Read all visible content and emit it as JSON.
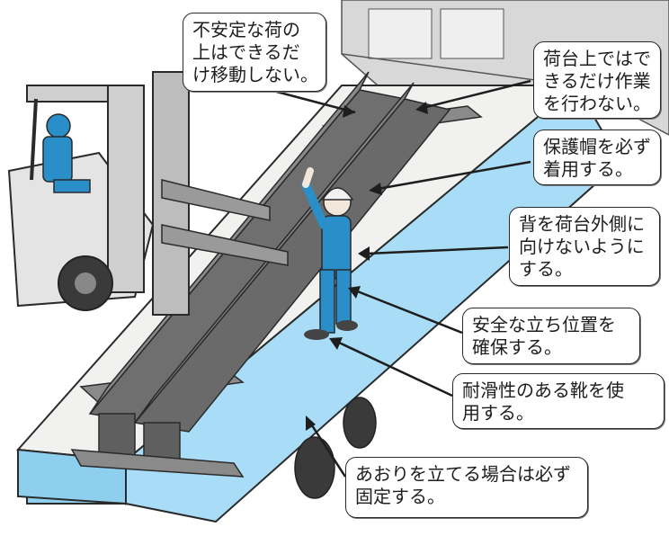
{
  "callouts": {
    "top": [
      "不安定な荷の",
      "上はできるだ",
      "け移動しない。"
    ],
    "r1": [
      "荷台上ではで",
      "きるだけ作業",
      "を行わない。"
    ],
    "r2": [
      "保護帽を必ず",
      "着用する。"
    ],
    "r3": [
      "背を荷台外側に",
      "向けないように",
      "する。"
    ],
    "r4": [
      "安全な立ち位置を",
      "確保する。"
    ],
    "r5": [
      "耐滑性のある靴を使",
      "用する。"
    ],
    "bottom": [
      "あおりを立てる場合は必ず",
      "固定する。"
    ]
  },
  "colors": {
    "truck_side": "#a9ddf7",
    "truck_deck": "#f1f1ef",
    "steel_beam": "#6f6f6f",
    "steel_beam_top": "#8a8a8a",
    "worker_suit": "#2a8fc9",
    "forklift_body": "#e4e4e4",
    "outline": "#2a2a2a"
  },
  "icons": [
    "forklift-icon",
    "worker-icon",
    "truck-icon",
    "helmet-icon"
  ]
}
